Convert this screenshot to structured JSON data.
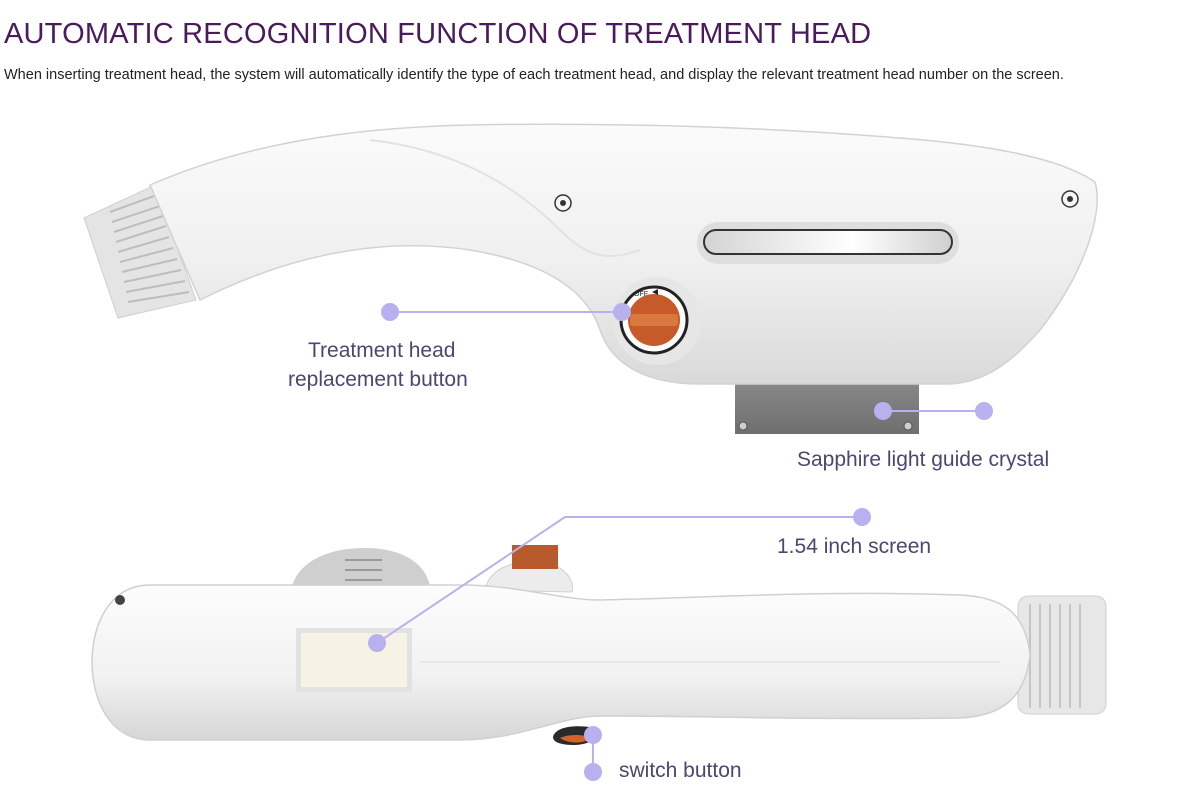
{
  "title": "AUTOMATIC RECOGNITION FUNCTION OF TREATMENT HEAD",
  "subtitle": "When inserting treatment head, the system will automatically identify the type of each treatment head, and display the relevant treatment head number on the screen.",
  "dial_text": "OFF",
  "callouts": {
    "treatment_head_line1": "Treatment head",
    "treatment_head_line2": "replacement button",
    "sapphire": "Sapphire light guide crystal",
    "screen": "1.54 inch screen",
    "switch": "switch button"
  },
  "colors": {
    "title": "#4a1a5c",
    "callout_dot": "#b7b1f0",
    "callout_line": "#b7b1f0",
    "device_body": "#f3f3f3",
    "dial_orange": "#c65a28"
  }
}
